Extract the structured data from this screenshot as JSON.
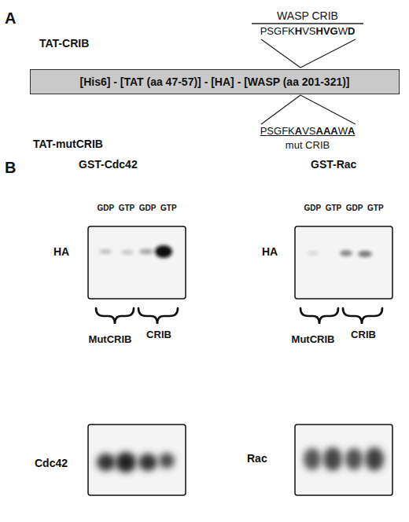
{
  "diagram": {
    "nodes": [
      {
        "text": [
          "[His6] - [TAT (aa 47-57)] - [HA] - [WASP (aa 201-321)]"
        ]
      }
    ],
    "labels": [
      "A",
      "TAT-CRIB",
      "WASP CRIB",
      "PSGFKHVSHVGWD",
      "TAT-mutCRIB",
      "PSGFKAVSAAAWA",
      "mut CRIB",
      "B",
      "GST-Cdc42",
      "GST-Rac",
      "GDP GTP GDP GTP",
      "GDP GTP GDP GTP",
      "HA",
      "HA",
      "MutCRIB",
      "CRIB",
      "MutCRIB",
      "CRIB",
      "Cdc42",
      "Rac"
    ]
  }
}
